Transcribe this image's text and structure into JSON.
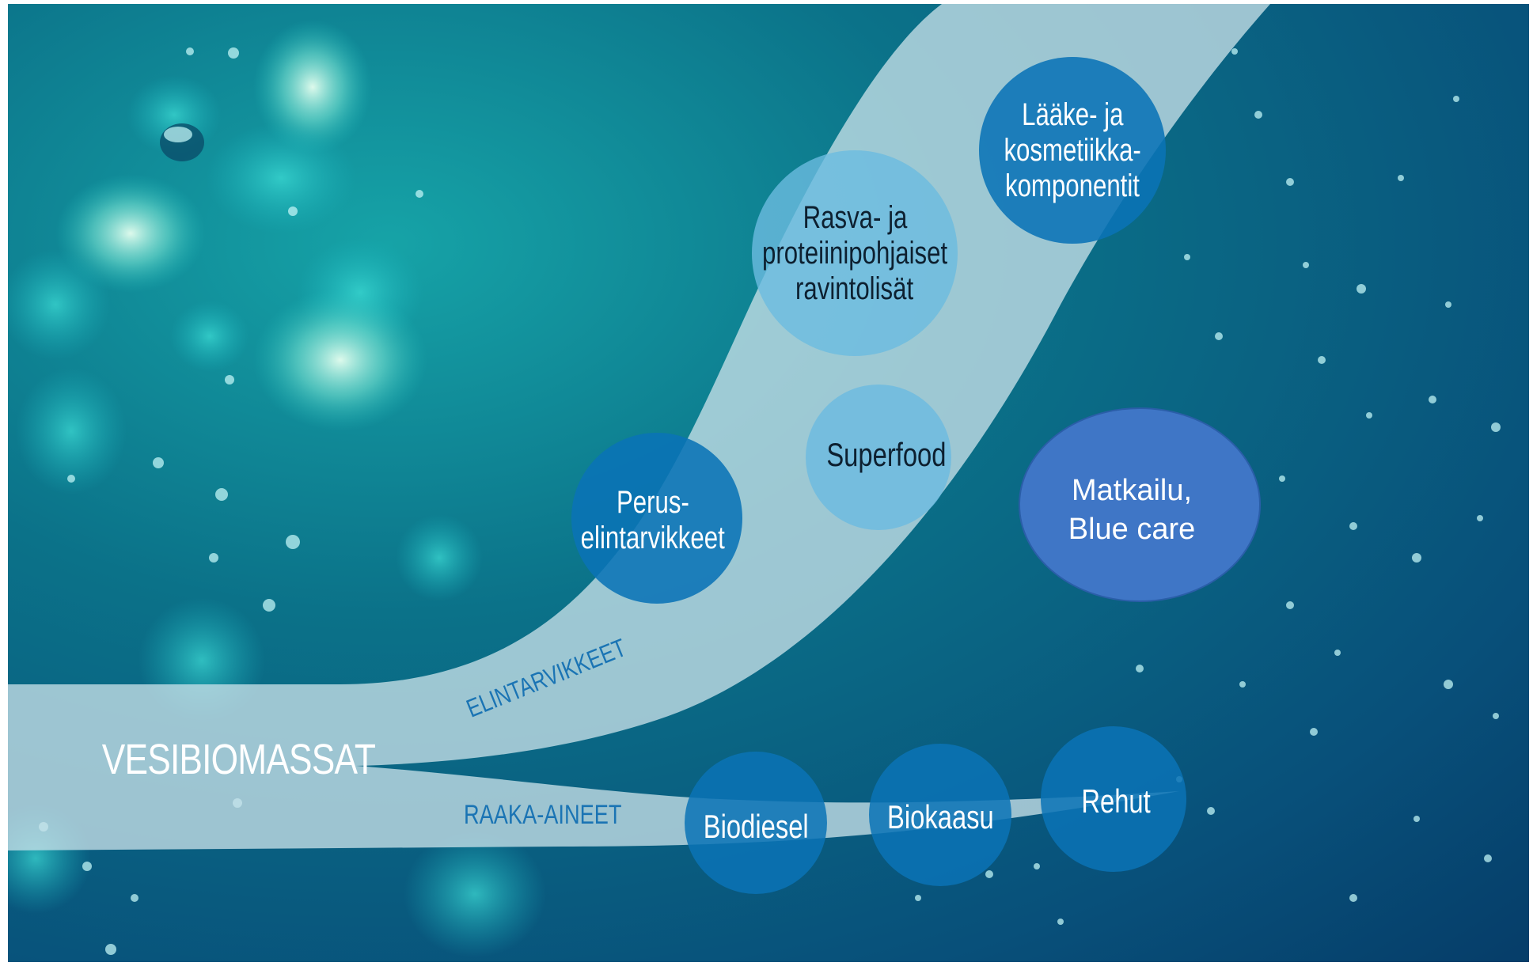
{
  "flow": {
    "source": "VESIBIOMASSAT",
    "upper_branch": "ELINTARVIKKEET",
    "lower_branch": "RAAKA-AINEET"
  },
  "circles": {
    "perus": {
      "lines": [
        "Perus-",
        "elintarvikkeet"
      ]
    },
    "superfood": {
      "lines": [
        "Superfood"
      ]
    },
    "rasva": {
      "lines": [
        "Rasva- ja",
        "proteiinipohjaiset",
        "ravintolisät"
      ]
    },
    "laake": {
      "lines": [
        "Lääke- ja",
        "kosmetiikka-",
        "komponentit"
      ]
    },
    "biodiesel": {
      "lines": [
        "Biodiesel"
      ]
    },
    "biokaasu": {
      "lines": [
        "Biokaasu"
      ]
    },
    "rehut": {
      "lines": [
        "Rehut"
      ]
    },
    "matkailu": {
      "lines": [
        "Matkailu,",
        "Blue care"
      ]
    }
  },
  "colors": {
    "ocean_top": "#0c6f86",
    "ocean_bottom": "#063f6e",
    "band": "#c6dde6",
    "circle_blue": "#0a73b6",
    "circle_light": "#5fb4de",
    "matkailu": "#3f76c6",
    "branch_text": "#1a74b4"
  }
}
